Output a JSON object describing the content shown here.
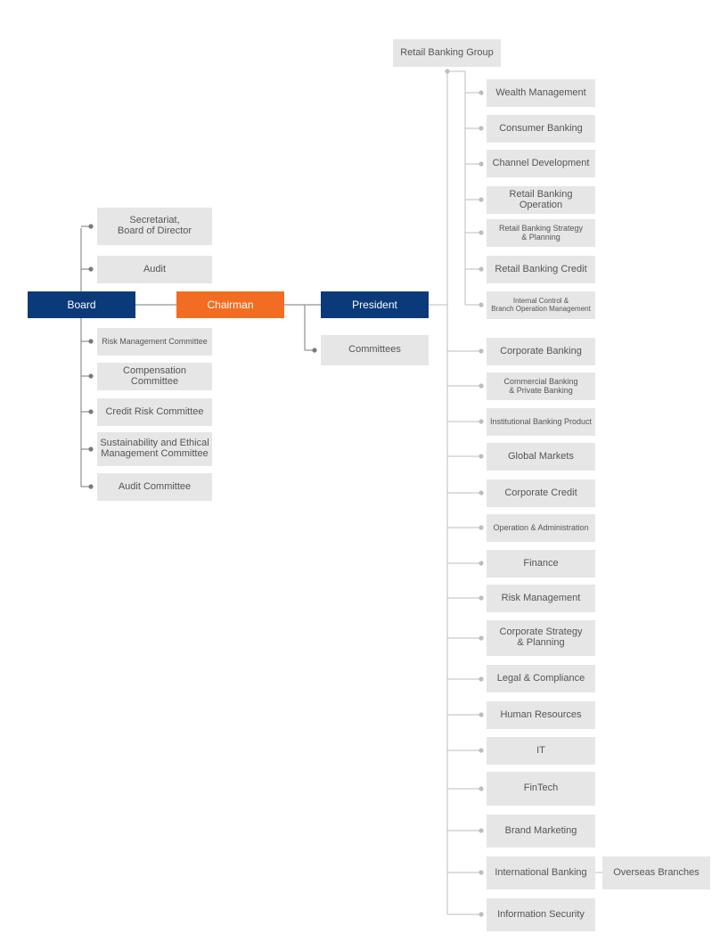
{
  "colors": {
    "board": "#0b3a7a",
    "chairman": "#f26d21",
    "president": "#0b3a7a",
    "unit_box": "#e6e6e6",
    "connector": "#bdbdbd"
  },
  "nodes": {
    "board": "Board",
    "chairman": "Chairman",
    "president": "President",
    "committees": "Committees",
    "retail_group": "Retail Banking Group",
    "overseas": "Overseas Branches"
  },
  "board_units": [
    "Secretariat,\nBoard of Director",
    "Audit",
    "Risk Management Committee",
    "Compensation Committee",
    "Credit Risk Committee",
    "Sustainability and Ethical\nManagement Committee",
    "Audit Committee"
  ],
  "retail_units": [
    "Wealth Management",
    "Consumer Banking",
    "Channel Development",
    "Retail Banking Operation",
    "Retail Banking Strategy\n& Planning",
    "Retail Banking Credit",
    "Internal Control &\nBranch Operation Management"
  ],
  "president_units": [
    "Corporate Banking",
    "Commercial Banking\n& Private Banking",
    "Institutional Banking Product",
    "Global Markets",
    "Corporate Credit",
    "Operation & Administration",
    "Finance",
    "Risk Management",
    "Corporate Strategy\n& Planning",
    "Legal & Compliance",
    "Human Resources",
    "IT",
    "FinTech",
    "Brand Marketing",
    "International Banking",
    "Information Security"
  ]
}
